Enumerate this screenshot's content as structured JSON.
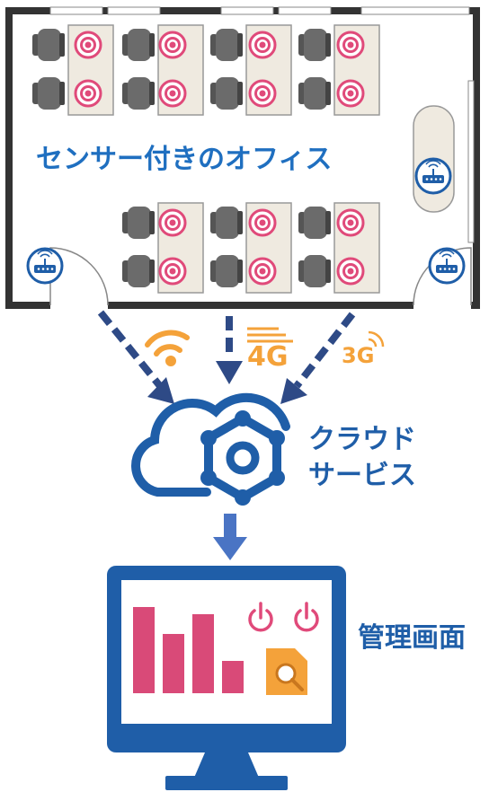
{
  "office": {
    "label": "センサー付きのオフィス"
  },
  "network": {
    "label_4g": "4G",
    "label_3g": "3G",
    "wifi_icon": "wifi-icon",
    "connection_color": "#2e4a86"
  },
  "cloud": {
    "label_line1": "クラウド",
    "label_line2": "サービス",
    "icon": "cloud-gear-icon",
    "color": "#1f5ea8"
  },
  "admin": {
    "label": "管理画面",
    "icon": "monitor-dashboard-icon"
  },
  "colors": {
    "label_blue": "#1f6fc0",
    "sensor_pink": "#e04a7a",
    "network_orange": "#f4a23a",
    "chair_gray": "#6b6b6b",
    "desk_beige": "#efeae0"
  }
}
